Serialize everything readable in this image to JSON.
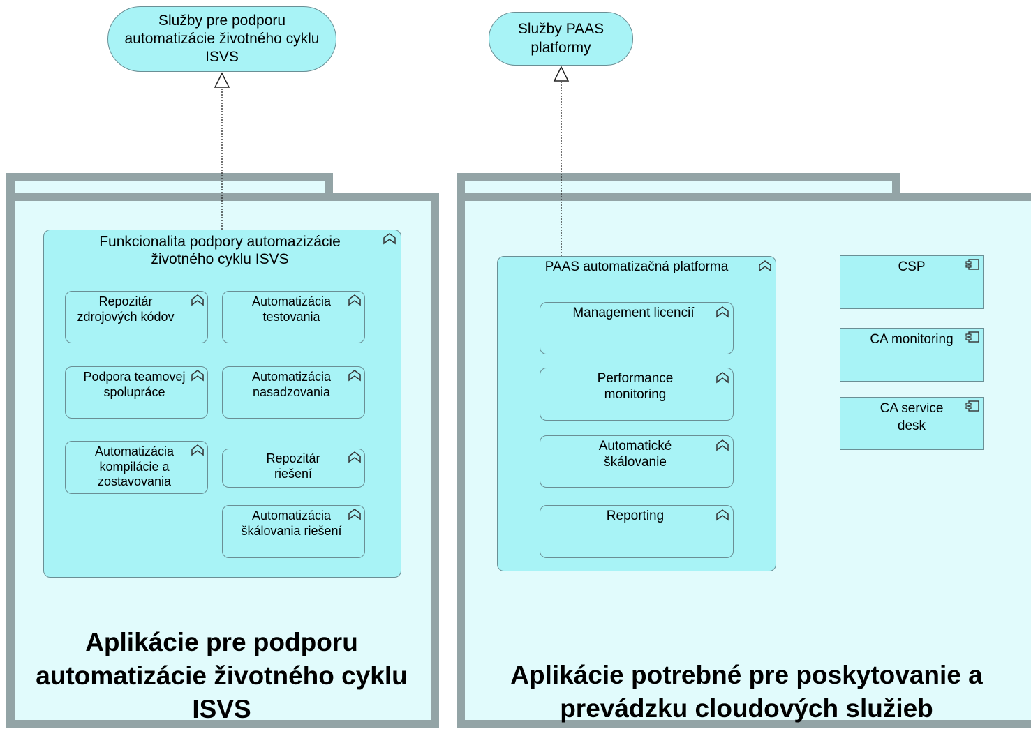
{
  "services": {
    "left": "Služby pre podporu automatizácie životného cyklu ISVS",
    "right": "Služby PAAS platformy"
  },
  "left_package": {
    "title": "Aplikácie pre podporu automatizácie životného cyklu ISVS",
    "group": {
      "label": "Funkcionalita podpory automazizácie životného cyklu ISVS",
      "functions": [
        "Repozitár zdrojových kódov",
        "Automatizácia testovania",
        "Podpora teamovej spolupráce",
        "Automatizácia nasadzovania",
        "Automatizácia kompilácie a zostavovania",
        "Repozitár riešení",
        "Automatizácia škálovania riešení"
      ]
    }
  },
  "right_package": {
    "title": "Aplikácie potrebné pre poskytovanie a prevádzku cloudových služieb",
    "group": {
      "label": "PAAS automatizačná platforma",
      "functions": [
        "Management licencií",
        "Performance monitoring",
        "Automatické škálovanie",
        "Reporting"
      ]
    },
    "components": [
      "CSP",
      "CA monitoring",
      "CA service desk"
    ]
  },
  "colors": {
    "element_fill": "#a8f3f6",
    "package_fill": "#e1fbfc",
    "package_border": "#93a4a6",
    "outline": "#6a8f95"
  },
  "icons": {
    "function": "function-chevron-icon",
    "component": "component-icon"
  }
}
